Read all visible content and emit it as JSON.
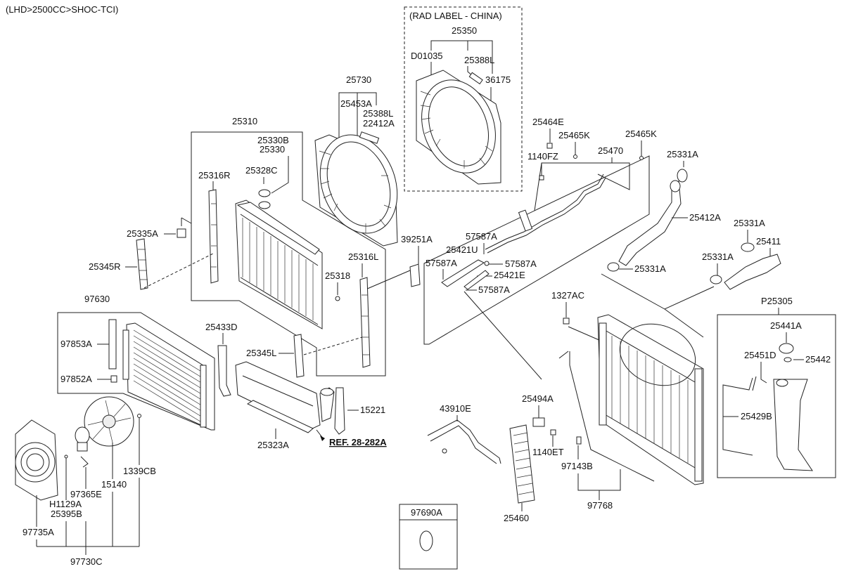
{
  "header": {
    "title": "(LHD>2500CC>SHOC-TCI)"
  },
  "rad_label_box": {
    "title": "(RAD LABEL - CHINA)"
  },
  "ref_label": "REF. 28-282A",
  "labels": {
    "p25350": "25350",
    "pD01035": "D01035",
    "p25388L_a": "25388L",
    "p36175": "36175",
    "p25730": "25730",
    "p25453A": "25453A",
    "p25388L_b": "25388L",
    "p22412A": "22412A",
    "p25310": "25310",
    "p25330B": "25330B",
    "p25330": "25330",
    "p25328C": "25328C",
    "p25316R": "25316R",
    "p25335A": "25335A",
    "p25345R": "25345R",
    "p39251A": "39251A",
    "p25316L": "25316L",
    "p25318": "25318",
    "p25464E": "25464E",
    "p25465K_a": "25465K",
    "p25465K_b": "25465K",
    "p1140FZ": "1140FZ",
    "p25470": "25470",
    "p25331A_a": "25331A",
    "p25412A": "25412A",
    "p25331A_b": "25331A",
    "p25411": "25411",
    "p25331A_c": "25331A",
    "p25331A_d": "25331A",
    "p57587A_a": "57587A",
    "p25421U": "25421U",
    "p57587A_b": "57587A",
    "p57587A_c": "57587A",
    "p25421E": "25421E",
    "p57587A_d": "57587A",
    "p1327AC": "1327AC",
    "pP25305": "P25305",
    "p25441A": "25441A",
    "p25451D": "25451D",
    "p25442": "25442",
    "p25429B": "25429B",
    "p97630": "97630",
    "p97853A": "97853A",
    "p97852A": "97852A",
    "p25433D": "25433D",
    "p25345L": "25345L",
    "p15221": "15221",
    "p25323A": "25323A",
    "p43910E": "43910E",
    "p25494A": "25494A",
    "p1140ET": "1140ET",
    "p97143B": "97143B",
    "p97768": "97768",
    "p25460": "25460",
    "p97690A": "97690A",
    "p1339CB": "1339CB",
    "p15140": "15140",
    "p97365E": "97365E",
    "pH1129A": "H1129A",
    "p25395B": "25395B",
    "p97735A": "97735A",
    "p97730C": "97730C"
  }
}
